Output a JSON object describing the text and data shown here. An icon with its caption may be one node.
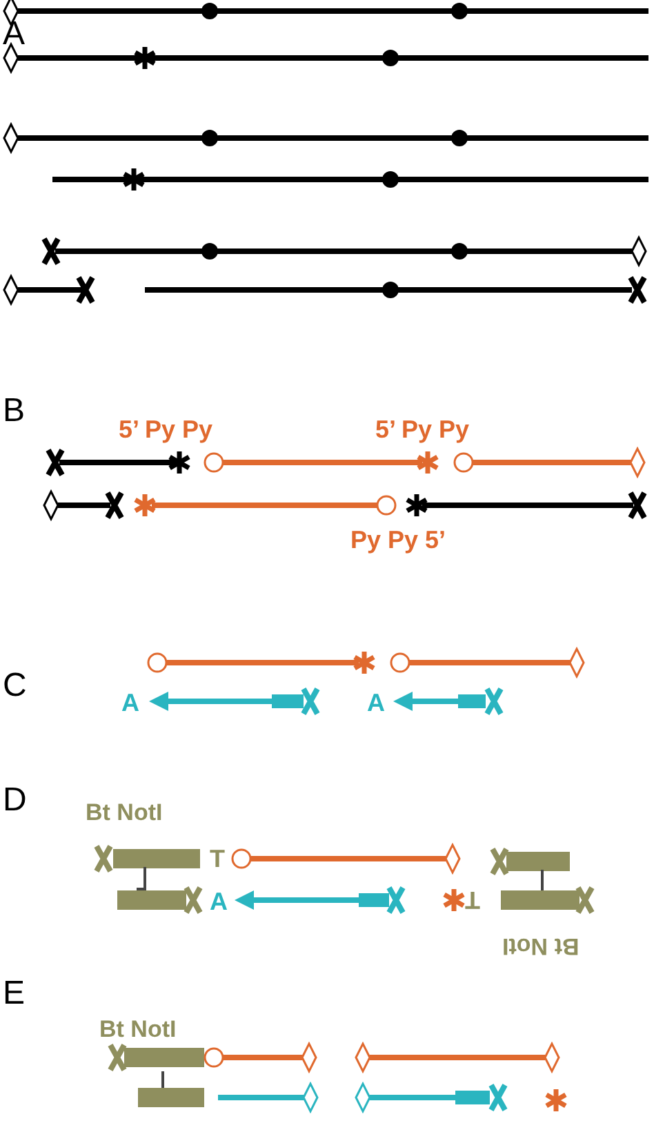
{
  "diagram": {
    "labels": [
      "A",
      "B",
      "5’ Py Py",
      "5’ Py Py",
      "Py Py 5’",
      "C",
      "A",
      "A",
      "D",
      "Bt NotI",
      "T",
      "A",
      "T",
      "Bt NotI",
      "E",
      "Bt NotI"
    ]
  }
}
